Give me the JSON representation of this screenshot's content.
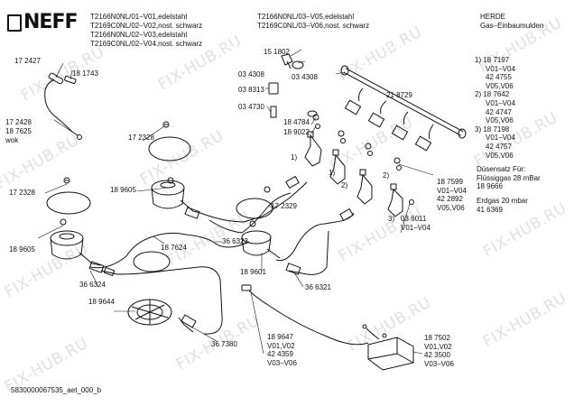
{
  "header": {
    "brand": "NEFF",
    "models_left": [
      "T2166N0NL/01–V01,edelstahl",
      "T2169C0NL/02–V02,nost. schwarz",
      "T2166N0NL/02–V03,edelstahl",
      "T2169C0NL/02–V04,nost. schwarz"
    ],
    "models_mid": [
      "T2166N0NL/03–V05,edelstahl",
      "T2169C0NL/03–V06,nost. schwarz"
    ],
    "category": [
      "HERDE",
      "Gas–Einbaumulden"
    ]
  },
  "right_notes": {
    "lines": [
      "1) 18 7197",
      "V01–V04",
      "42 4755",
      "V05,V06",
      "2) 18 7642",
      "V01–V04",
      "42 4747",
      "V05,V06",
      "3) 18 7198",
      "V01–V04",
      "42 4757",
      "V05,V06"
    ],
    "nozzle": [
      "Düsensatz Für:",
      "Flüssiggas 28 mBar",
      "18 9666"
    ],
    "gas": [
      "Erdgas 20 mbar",
      "41 6369"
    ]
  },
  "labels": {
    "p172427": "17 2427",
    "p181743": "18 1743",
    "p172428": "17 2428",
    "p187625": "18 7625",
    "wok": "wok",
    "p172328a": "17 2328",
    "p172328b": "17 2328",
    "p189605a": "18 9605",
    "p189605b": "18 9605",
    "p366324": "36 6324",
    "p189644": "18 9644",
    "p367380": "36 7380",
    "p187624": "18 7624",
    "p366323": "36 6323",
    "p172329": "17 2329",
    "p189601": "18 9601",
    "p366321": "36 6321",
    "p151802": "15 1802",
    "p034308a": "03 4308",
    "p034308b": "03 4308",
    "p038313": "03 8313",
    "p034730": "03 4730",
    "p184784": "18 4784",
    "p189022": "18 9022",
    "p218729": "21 8729",
    "c1": "1)",
    "c2": "2)",
    "c3": "3)",
    "c1b": "1)",
    "c2b": "2)",
    "p187599": [
      "18 7599",
      "V01–V04",
      "42 2892",
      "V05,V06"
    ],
    "p036011": [
      "03 6011",
      "V01–V04"
    ],
    "p189647": [
      "18 9647",
      "V01,V02",
      "42 4359",
      "V03–V06"
    ],
    "p187502": [
      "18 7502",
      "V01,V02",
      "42 3500",
      "V03–V06"
    ]
  },
  "footer": {
    "doc_id": "5830000067535_aet_000_b"
  },
  "watermark": "FIX-HUB.RU"
}
